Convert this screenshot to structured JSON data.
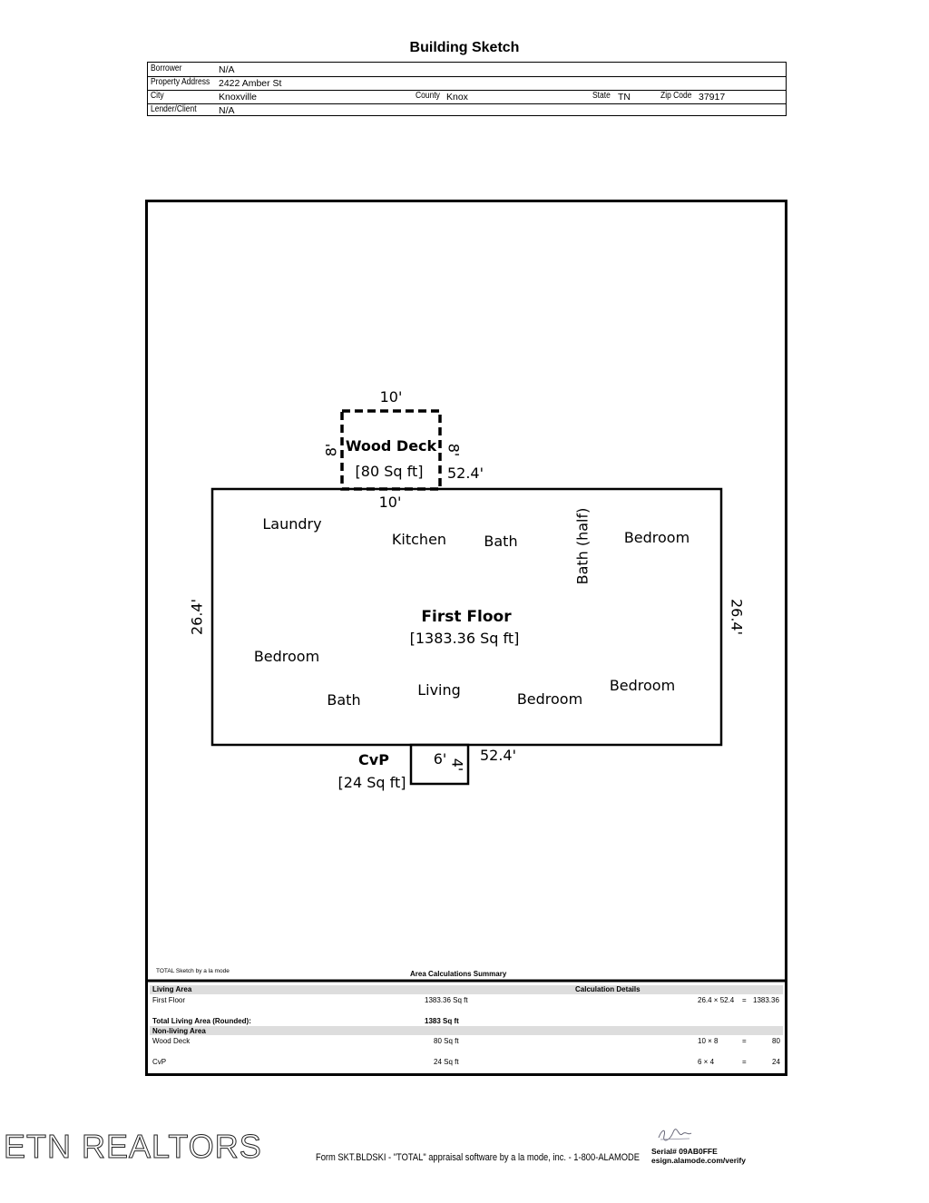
{
  "title": "Building Sketch",
  "header": {
    "borrower_label": "Borrower",
    "borrower": "N/A",
    "address_label": "Property Address",
    "address": "2422 Amber St",
    "city_label": "City",
    "city": "Knoxville",
    "county_label": "County",
    "county": "Knox",
    "state_label": "State",
    "state": "TN",
    "zip_label": "Zip Code",
    "zip": "37917",
    "lender_label": "Lender/Client",
    "lender": "N/A"
  },
  "sketch": {
    "deck_top": "10'",
    "deck_left": "8'",
    "deck_right": "8'",
    "deck_bottom": "10'",
    "deck_name": "Wood Deck",
    "deck_area": "[80 Sq ft]",
    "floor_top_len": "52.4'",
    "floor_left_len": "26.4'",
    "floor_right_len": "26.4'",
    "floor_bottom_len": "52.4'",
    "floor_name": "First Floor",
    "floor_area": "[1383.36 Sq ft]",
    "rooms": {
      "laundry": "Laundry",
      "kitchen": "Kitchen",
      "bath1": "Bath",
      "bath_half": "Bath (half)",
      "bedroom1": "Bedroom",
      "bedroom2": "Bedroom",
      "bath2": "Bath",
      "living": "Living",
      "bedroom3": "Bedroom",
      "bedroom4": "Bedroom"
    },
    "cvp_name": "CvP",
    "cvp_area": "[24 Sq ft]",
    "cvp_w": "6'",
    "cvp_h": "4'"
  },
  "calc": {
    "software_note": "TOTAL Sketch by a la mode",
    "summary_title": "Area Calculations Summary",
    "living_area_label": "Living Area",
    "details_label": "Calculation Details",
    "first_floor_label": "First Floor",
    "first_floor_area": "1383.36 Sq ft",
    "first_floor_calc": "26.4 × 52.4",
    "first_floor_eq": "=",
    "first_floor_result": "1383.36",
    "total_label": "Total Living Area (Rounded):",
    "total_value": "1383 Sq ft",
    "nonliving_label": "Non-living Area",
    "deck_label": "Wood Deck",
    "deck_area": "80 Sq ft",
    "deck_calc": "10 × 8",
    "deck_eq": "=",
    "deck_result": "80",
    "cvp_label": "CvP",
    "cvp_area": "24 Sq ft",
    "cvp_calc": "6 × 4",
    "cvp_eq": "=",
    "cvp_result": "24"
  },
  "footer": {
    "logo": "ETN REALTORS",
    "form": "Form SKT.BLDSKI - \"TOTAL\" appraisal software by a la mode, inc. - 1-800-ALAMODE",
    "serial": "Serial# 09AB0FFE",
    "verify": "esign.alamode.com/verify"
  }
}
